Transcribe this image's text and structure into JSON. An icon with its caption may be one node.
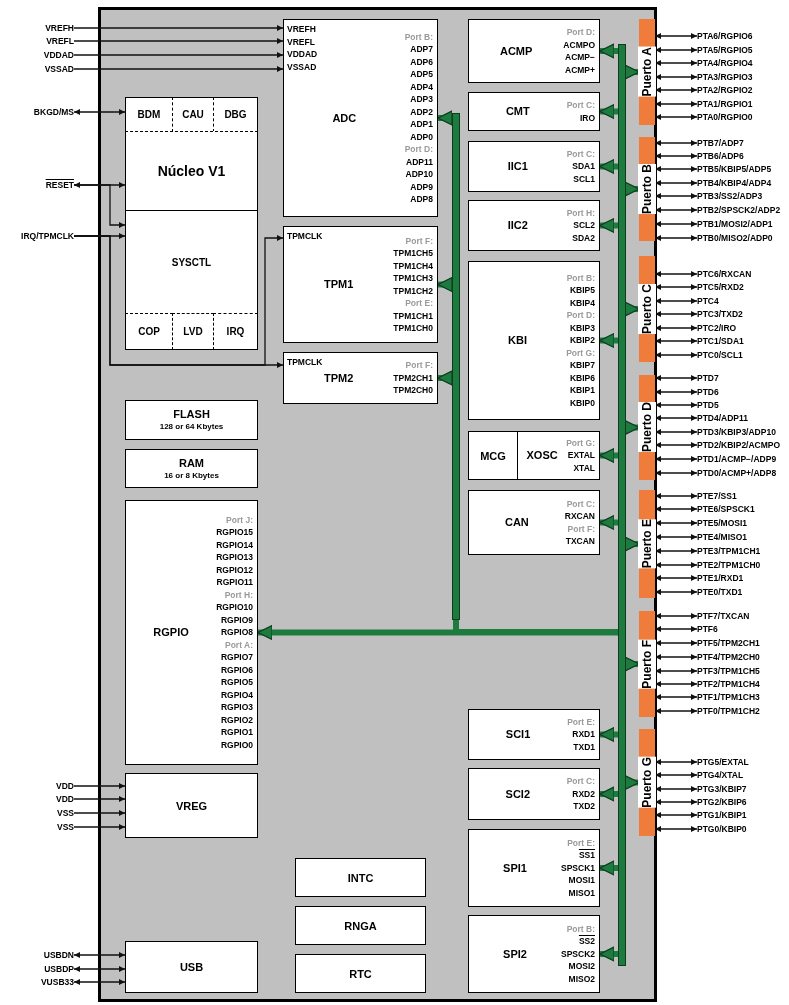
{
  "diagram": {
    "nodes": [
      {
        "text": [],
        "shape": "box"
      },
      {
        "text": [
          "BDM"
        ],
        "in": 0
      },
      {
        "text": [
          "CAU"
        ],
        "in": 0
      },
      {
        "text": [
          "DBG"
        ],
        "in": 0
      },
      {
        "text": [
          "Núcleo V1"
        ],
        "in": 0
      },
      {
        "text": [
          "SYSCTL"
        ],
        "in": 0
      },
      {
        "text": [
          "COP"
        ],
        "in": 0
      },
      {
        "text": [
          "LVD"
        ],
        "in": 0
      },
      {
        "text": [
          "IRQ"
        ],
        "in": 0
      },
      {
        "text": [
          "FLASH",
          "128 or 64 Kbytes"
        ],
        "in": 0
      },
      {
        "text": [
          "RAM",
          "16 or 8 Kbytes"
        ],
        "in": 0
      },
      {
        "text": [
          "RGPIO",
          "Port J:",
          "RGPIO15",
          "RGPIO14",
          "RGPIO13",
          "RGPIO12",
          "RGPIO11",
          "Port H:",
          "RGPIO10",
          "RGPIO9",
          "RGPIO8",
          "Port A:",
          "RGPIO7",
          "RGPIO6",
          "RGPIO5",
          "RGPIO4",
          "RGPIO3",
          "RGPIO2",
          "RGPIO1",
          "RGPIO0"
        ],
        "in": 0
      },
      {
        "text": [
          "VREG"
        ],
        "in": 0
      },
      {
        "text": [
          "USB"
        ],
        "in": 0
      },
      {
        "text": [
          "INTC"
        ],
        "in": 0
      },
      {
        "text": [
          "RNGA"
        ],
        "in": 0
      },
      {
        "text": [
          "RTC"
        ],
        "in": 0
      },
      {
        "text": [
          "ADC",
          "VREFH",
          "VREFL",
          "VDDAD",
          "VSSAD",
          "Port B:",
          "ADP7",
          "ADP6",
          "ADP5",
          "ADP4",
          "ADP3",
          "ADP2",
          "ADP1",
          "ADP0",
          "Port D:",
          "ADP11",
          "ADP10",
          "ADP9",
          "ADP8"
        ],
        "in": 0
      },
      {
        "text": [
          "TPM1",
          "TPMCLK",
          "Port F:",
          "TPM1CH5",
          "TPM1CH4",
          "TPM1CH3",
          "TPM1CH2",
          "Port E:",
          "TPM1CH1",
          "TPM1CH0"
        ],
        "in": 0
      },
      {
        "text": [
          "TPM2",
          "TPMCLK",
          "Port F:",
          "TPM2CH1",
          "TPM2CH0"
        ],
        "in": 0
      },
      {
        "text": [
          "ACMP",
          "Port D:",
          "ACMPO",
          "ACMP−",
          "ACMP+"
        ],
        "in": 0
      },
      {
        "text": [
          "CMT",
          "Port C:",
          "IRO"
        ],
        "in": 0
      },
      {
        "text": [
          "IIC1",
          "Port C:",
          "SDA1",
          "SCL1"
        ],
        "in": 0
      },
      {
        "text": [
          "IIC2",
          "Port H:",
          "SCL2",
          "SDA2"
        ],
        "in": 0
      },
      {
        "text": [
          "KBI",
          "Port B:",
          "KBIP5",
          "KBIP4",
          "Port D:",
          "KBIP3",
          "KBIP2",
          "Port G:",
          "KBIP7",
          "KBIP6",
          "KBIP1",
          "KBIP0"
        ],
        "in": 0
      },
      {
        "text": [
          "MCG"
        ],
        "in": 0
      },
      {
        "text": [
          "XOSC",
          "Port G:",
          "EXTAL",
          "XTAL"
        ],
        "in": 0
      },
      {
        "text": [
          "CAN",
          "Port C:",
          "RXCAN",
          "Port F:",
          "TXCAN"
        ],
        "in": 0
      },
      {
        "text": [
          "SCI1",
          "Port E:",
          "RXD1",
          "TXD1"
        ],
        "in": 0
      },
      {
        "text": [
          "SCI2",
          "Port C:",
          "RXD2",
          "TXD2"
        ],
        "in": 0
      },
      {
        "text": [
          "SPI1",
          "Port E:",
          "SS1",
          "SPSCK1",
          "MOSI1",
          "MISO1"
        ],
        "in": 0
      },
      {
        "text": [
          "SPI2",
          "Port B:",
          "SS2",
          "SPSCK2",
          "MOSI2",
          "MISO2"
        ],
        "in": 0
      },
      {
        "text": [
          "Puerto A"
        ],
        "in": 0
      },
      {
        "text": [
          "Puerto B"
        ],
        "in": 0
      },
      {
        "text": [
          "Puerto C"
        ],
        "in": 0
      },
      {
        "text": [
          "Puerto D"
        ],
        "in": 0
      },
      {
        "text": [
          "Puerto E"
        ],
        "in": 0
      },
      {
        "text": [
          "Puerto F"
        ],
        "in": 0
      },
      {
        "text": [
          "Puerto G"
        ],
        "in": 0
      },
      {
        "text": [],
        "shape": "bar",
        "in": 0
      },
      {
        "text": [],
        "shape": "bar",
        "in": 0
      },
      {
        "text": [
          "VREFH"
        ]
      },
      {
        "text": [
          "VREFL"
        ]
      },
      {
        "text": [
          "VDDAD"
        ]
      },
      {
        "text": [
          "VSSAD"
        ]
      },
      {
        "text": [
          "BKGD/MS"
        ]
      },
      {
        "text": [
          "RESET"
        ]
      },
      {
        "text": [
          "IRQ/TPMCLK"
        ]
      },
      {
        "text": [
          "VDD"
        ]
      },
      {
        "text": [
          "VDD"
        ]
      },
      {
        "text": [
          "VSS"
        ]
      },
      {
        "text": [
          "VSS"
        ]
      },
      {
        "text": [
          "USBDN"
        ]
      },
      {
        "text": [
          "USBDP"
        ]
      },
      {
        "text": [
          "VUSB33"
        ]
      },
      {
        "text": [
          "PTA6/RGPIO6"
        ]
      },
      {
        "text": [
          "PTA5/RGPIO5"
        ]
      },
      {
        "text": [
          "PTA4/RGPIO4"
        ]
      },
      {
        "text": [
          "PTA3/RGPIO3"
        ]
      },
      {
        "text": [
          "PTA2/RGPIO2"
        ]
      },
      {
        "text": [
          "PTA1/RGPIO1"
        ]
      },
      {
        "text": [
          "PTA0/RGPIO0"
        ]
      },
      {
        "text": [
          "PTB7/ADP7"
        ]
      },
      {
        "text": [
          "PTB6/ADP6"
        ]
      },
      {
        "text": [
          "PTB5/KBIP5/ADP5"
        ]
      },
      {
        "text": [
          "PTB4/KBIP4/ADP4"
        ]
      },
      {
        "text": [
          "PTB3/SS2/ADP3"
        ]
      },
      {
        "text": [
          "PTB2/SPSCK2/ADP2"
        ]
      },
      {
        "text": [
          "PTB1/MOSI2/ADP1"
        ]
      },
      {
        "text": [
          "PTB0/MISO2/ADP0"
        ]
      },
      {
        "text": [
          "PTC6/RXCAN"
        ]
      },
      {
        "text": [
          "PTC5/RXD2"
        ]
      },
      {
        "text": [
          "PTC4"
        ]
      },
      {
        "text": [
          "PTC3/TXD2"
        ]
      },
      {
        "text": [
          "PTC2/IRO"
        ]
      },
      {
        "text": [
          "PTC1/SDA1"
        ]
      },
      {
        "text": [
          "PTC0/SCL1"
        ]
      },
      {
        "text": [
          "PTD7"
        ]
      },
      {
        "text": [
          "PTD6"
        ]
      },
      {
        "text": [
          "PTD5"
        ]
      },
      {
        "text": [
          "PTD4/ADP11"
        ]
      },
      {
        "text": [
          "PTD3/KBIP3/ADP10"
        ]
      },
      {
        "text": [
          "PTD2/KBIP2/ACMPO"
        ]
      },
      {
        "text": [
          "PTD1/ACMP−/ADP9"
        ]
      },
      {
        "text": [
          "PTD0/ACMP+/ADP8"
        ]
      },
      {
        "text": [
          "PTE7/SS1"
        ]
      },
      {
        "text": [
          "PTE6/SPSCK1"
        ]
      },
      {
        "text": [
          "PTE5/MOSI1"
        ]
      },
      {
        "text": [
          "PTE4/MISO1"
        ]
      },
      {
        "text": [
          "PTE3/TPM1CH1"
        ]
      },
      {
        "text": [
          "PTE2/TPM1CH0"
        ]
      },
      {
        "text": [
          "PTE1/RXD1"
        ]
      },
      {
        "text": [
          "PTE0/TXD1"
        ]
      },
      {
        "text": [
          "PTF7/TXCAN"
        ]
      },
      {
        "text": [
          "PTF6"
        ]
      },
      {
        "text": [
          "PTF5/TPM2CH1"
        ]
      },
      {
        "text": [
          "PTF4/TPM2CH0"
        ]
      },
      {
        "text": [
          "PTF3/TPM1CH5"
        ]
      },
      {
        "text": [
          "PTF2/TPM1CH4"
        ]
      },
      {
        "text": [
          "PTF1/TPM1CH3"
        ]
      },
      {
        "text": [
          "PTF0/TPM1CH2"
        ]
      },
      {
        "text": [
          "PTG5/EXTAL"
        ]
      },
      {
        "text": [
          "PTG4/XTAL"
        ]
      },
      {
        "text": [
          "PTG3/KBIP7"
        ]
      },
      {
        "text": [
          "PTG2/KBIP6"
        ]
      },
      {
        "text": [
          "PTG1/KBIP1"
        ]
      },
      {
        "text": [
          "PTG0/KBIP0"
        ]
      }
    ],
    "edges": [
      {
        "from": 41,
        "to": 17,
        "arrow": "to"
      },
      {
        "from": 42,
        "to": 17,
        "arrow": "to"
      },
      {
        "from": 43,
        "to": 17,
        "arrow": "to"
      },
      {
        "from": 44,
        "to": 17,
        "arrow": "to"
      },
      {
        "from": 45,
        "to": 1,
        "arrow": "both"
      },
      {
        "from": 46,
        "to": 4,
        "arrow": "both"
      },
      {
        "from": 46,
        "to": 5,
        "arrow": "to"
      },
      {
        "from": 47,
        "to": 5,
        "arrow": "to"
      },
      {
        "from": 47,
        "to": 18,
        "arrow": "to"
      },
      {
        "from": 47,
        "to": 19,
        "arrow": "to"
      },
      {
        "from": 48,
        "to": 12,
        "arrow": "to"
      },
      {
        "from": 49,
        "to": 12,
        "arrow": "to"
      },
      {
        "from": 50,
        "to": 12,
        "arrow": "to"
      },
      {
        "from": 51,
        "to": 12,
        "arrow": "to"
      },
      {
        "from": 52,
        "to": 13,
        "arrow": "both"
      },
      {
        "from": 53,
        "to": 13,
        "arrow": "both"
      },
      {
        "from": 54,
        "to": 13,
        "arrow": "both"
      },
      {
        "from": 55,
        "to": 32,
        "arrow": "both"
      },
      {
        "from": 56,
        "to": 32,
        "arrow": "both"
      },
      {
        "from": 57,
        "to": 32,
        "arrow": "both"
      },
      {
        "from": 58,
        "to": 32,
        "arrow": "both"
      },
      {
        "from": 59,
        "to": 32,
        "arrow": "both"
      },
      {
        "from": 60,
        "to": 32,
        "arrow": "both"
      },
      {
        "from": 61,
        "to": 32,
        "arrow": "both"
      },
      {
        "from": 62,
        "to": 33,
        "arrow": "both"
      },
      {
        "from": 63,
        "to": 33,
        "arrow": "both"
      },
      {
        "from": 64,
        "to": 33,
        "arrow": "both"
      },
      {
        "from": 65,
        "to": 33,
        "arrow": "both"
      },
      {
        "from": 66,
        "to": 33,
        "arrow": "both"
      },
      {
        "from": 67,
        "to": 33,
        "arrow": "both"
      },
      {
        "from": 68,
        "to": 33,
        "arrow": "both"
      },
      {
        "from": 69,
        "to": 33,
        "arrow": "both"
      },
      {
        "from": 70,
        "to": 34,
        "arrow": "both"
      },
      {
        "from": 71,
        "to": 34,
        "arrow": "both"
      },
      {
        "from": 72,
        "to": 34,
        "arrow": "both"
      },
      {
        "from": 73,
        "to": 34,
        "arrow": "both"
      },
      {
        "from": 74,
        "to": 34,
        "arrow": "both"
      },
      {
        "from": 75,
        "to": 34,
        "arrow": "both"
      },
      {
        "from": 76,
        "to": 34,
        "arrow": "both"
      },
      {
        "from": 77,
        "to": 35,
        "arrow": "both"
      },
      {
        "from": 78,
        "to": 35,
        "arrow": "both"
      },
      {
        "from": 79,
        "to": 35,
        "arrow": "both"
      },
      {
        "from": 80,
        "to": 35,
        "arrow": "both"
      },
      {
        "from": 81,
        "to": 35,
        "arrow": "both"
      },
      {
        "from": 82,
        "to": 35,
        "arrow": "both"
      },
      {
        "from": 83,
        "to": 35,
        "arrow": "both"
      },
      {
        "from": 84,
        "to": 35,
        "arrow": "both"
      },
      {
        "from": 85,
        "to": 36,
        "arrow": "both"
      },
      {
        "from": 86,
        "to": 36,
        "arrow": "both"
      },
      {
        "from": 87,
        "to": 36,
        "arrow": "both"
      },
      {
        "from": 88,
        "to": 36,
        "arrow": "both"
      },
      {
        "from": 89,
        "to": 36,
        "arrow": "both"
      },
      {
        "from": 90,
        "to": 36,
        "arrow": "both"
      },
      {
        "from": 91,
        "to": 36,
        "arrow": "both"
      },
      {
        "from": 92,
        "to": 36,
        "arrow": "both"
      },
      {
        "from": 93,
        "to": 37,
        "arrow": "both"
      },
      {
        "from": 94,
        "to": 37,
        "arrow": "both"
      },
      {
        "from": 95,
        "to": 37,
        "arrow": "both"
      },
      {
        "from": 96,
        "to": 37,
        "arrow": "both"
      },
      {
        "from": 97,
        "to": 37,
        "arrow": "both"
      },
      {
        "from": 98,
        "to": 37,
        "arrow": "both"
      },
      {
        "from": 99,
        "to": 37,
        "arrow": "both"
      },
      {
        "from": 100,
        "to": 37,
        "arrow": "both"
      },
      {
        "from": 101,
        "to": 38,
        "arrow": "both"
      },
      {
        "from": 102,
        "to": 38,
        "arrow": "both"
      },
      {
        "from": 103,
        "to": 38,
        "arrow": "both"
      },
      {
        "from": 104,
        "to": 38,
        "arrow": "both"
      },
      {
        "from": 105,
        "to": 38,
        "arrow": "both"
      },
      {
        "from": 106,
        "to": 38,
        "arrow": "both"
      },
      {
        "from": 40,
        "to": 20,
        "arrow": "to",
        "style": "thick",
        "color": "#1e7b3f"
      },
      {
        "from": 40,
        "to": 21,
        "arrow": "to",
        "style": "thick",
        "color": "#1e7b3f"
      },
      {
        "from": 40,
        "to": 22,
        "arrow": "to",
        "style": "thick",
        "color": "#1e7b3f"
      },
      {
        "from": 40,
        "to": 23,
        "arrow": "to",
        "style": "thick",
        "color": "#1e7b3f"
      },
      {
        "from": 40,
        "to": 24,
        "arrow": "to",
        "style": "thick",
        "color": "#1e7b3f"
      },
      {
        "from": 40,
        "to": 26,
        "arrow": "to",
        "style": "thick",
        "color": "#1e7b3f"
      },
      {
        "from": 40,
        "to": 27,
        "arrow": "to",
        "style": "thick",
        "color": "#1e7b3f"
      },
      {
        "from": 40,
        "to": 28,
        "arrow": "to",
        "style": "thick",
        "color": "#1e7b3f"
      },
      {
        "from": 40,
        "to": 29,
        "arrow": "to",
        "style": "thick",
        "color": "#1e7b3f"
      },
      {
        "from": 40,
        "to": 30,
        "arrow": "to",
        "style": "thick",
        "color": "#1e7b3f"
      },
      {
        "from": 40,
        "to": 31,
        "arrow": "to",
        "style": "thick",
        "color": "#1e7b3f"
      },
      {
        "from": 40,
        "to": 32,
        "arrow": "to",
        "style": "thick",
        "color": "#1e7b3f"
      },
      {
        "from": 40,
        "to": 33,
        "arrow": "to",
        "style": "thick",
        "color": "#1e7b3f"
      },
      {
        "from": 40,
        "to": 34,
        "arrow": "to",
        "style": "thick",
        "color": "#1e7b3f"
      },
      {
        "from": 40,
        "to": 35,
        "arrow": "to",
        "style": "thick",
        "color": "#1e7b3f"
      },
      {
        "from": 40,
        "to": 36,
        "arrow": "to",
        "style": "thick",
        "color": "#1e7b3f"
      },
      {
        "from": 40,
        "to": 37,
        "arrow": "to",
        "style": "thick",
        "color": "#1e7b3f"
      },
      {
        "from": 40,
        "to": 38,
        "arrow": "to",
        "style": "thick",
        "color": "#1e7b3f"
      },
      {
        "from": 40,
        "to": 11,
        "arrow": "to",
        "style": "thick",
        "color": "#1e7b3f"
      },
      {
        "from": 39,
        "to": 40,
        "arrow": "none",
        "style": "thick",
        "color": "#1e7b3f"
      },
      {
        "from": 39,
        "to": 17,
        "arrow": "to",
        "style": "thick",
        "color": "#1e7b3f"
      },
      {
        "from": 39,
        "to": 18,
        "arrow": "to",
        "style": "thick",
        "color": "#1e7b3f"
      },
      {
        "from": 39,
        "to": 19,
        "arrow": "to",
        "style": "thick",
        "color": "#1e7b3f"
      }
    ]
  }
}
